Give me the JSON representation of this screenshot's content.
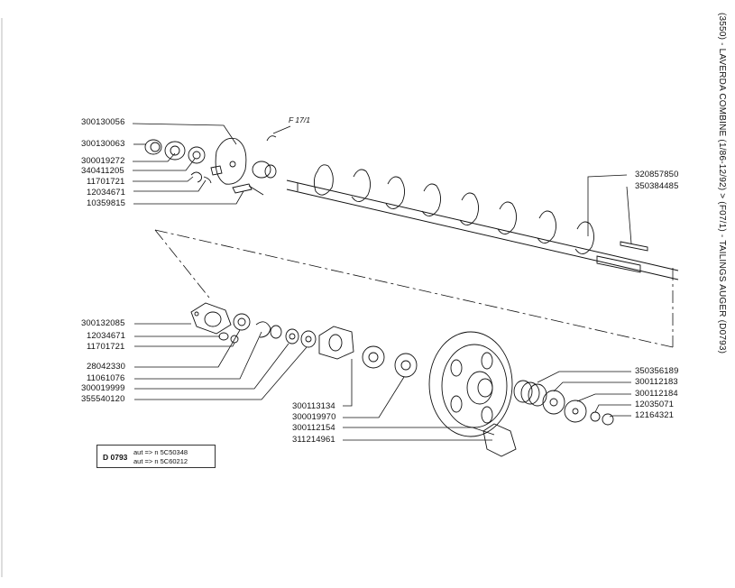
{
  "title": "(3550) - LAVERDA COMBINE (1/86-12/92) > (F07/1) - TAILINGS AUGER (D0793)",
  "figure_ref": "F 17/1",
  "legend": {
    "code": "D 0793",
    "lines": [
      "aut => n 5C50348",
      "aut => n 5C60212"
    ]
  },
  "parts": {
    "p01": "300130056",
    "p02": "300130063",
    "p03": "300019272",
    "p04": "340411205",
    "p05": "11701721",
    "p06": "12034671",
    "p07": "10359815",
    "p08": "320857850",
    "p09": "350384485",
    "p10": "300132085",
    "p11": "12034671",
    "p12": "11701721",
    "p13": "28042330",
    "p14": "11061076",
    "p15": "300019999",
    "p16": "355540120",
    "p17": "300113134",
    "p18": "300019970",
    "p19": "300112154",
    "p20": "311214961",
    "p21": "350356189",
    "p22": "300112183",
    "p23": "300112184",
    "p24": "12035071",
    "p25": "12164321"
  }
}
